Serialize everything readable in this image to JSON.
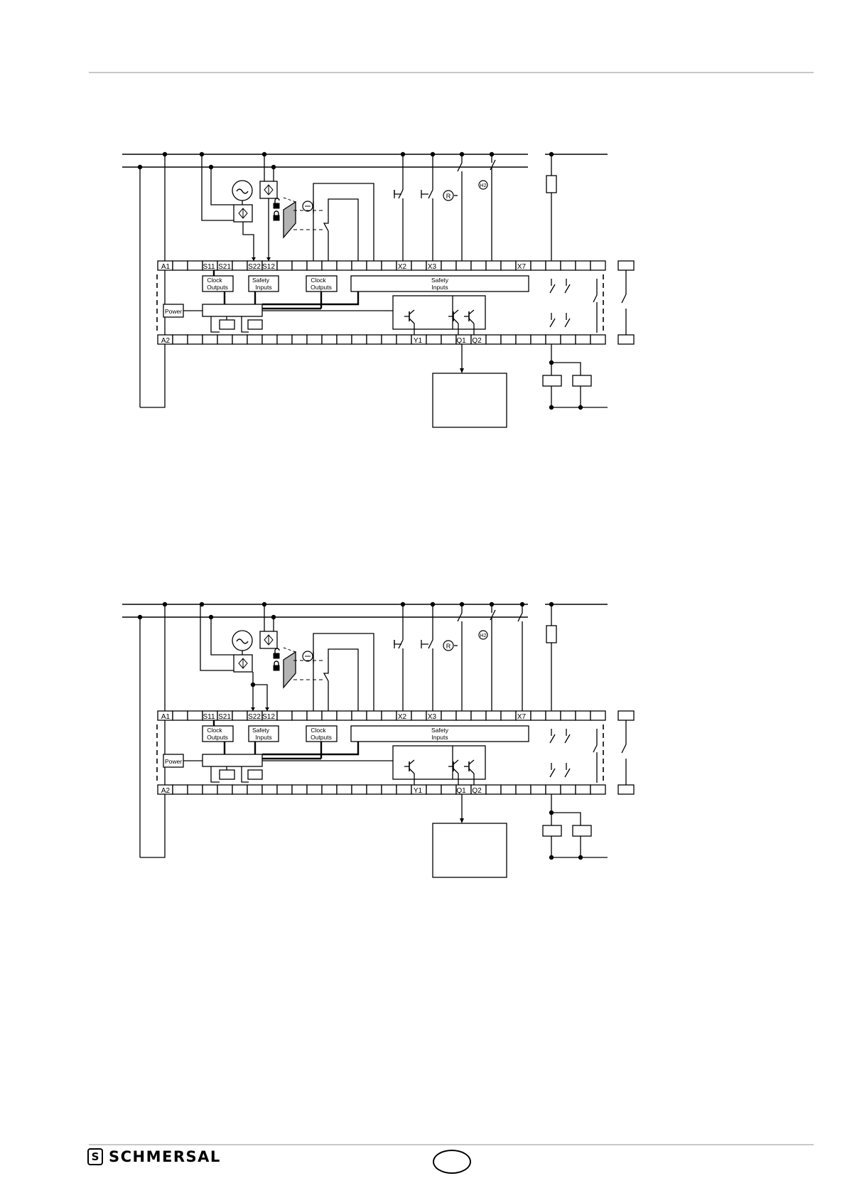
{
  "brand": {
    "name": "SCHMERSAL"
  },
  "terminals": {
    "top": [
      "A1",
      "S11",
      "S21",
      "S22",
      "S12",
      "X2",
      "X3",
      "X7"
    ],
    "bottom": [
      "A2",
      "Y1",
      "Q1",
      "Q2"
    ]
  },
  "blocks": {
    "clock_outputs": "Clock Outputs",
    "safety_inputs": "Safety Inputs",
    "power": "Power"
  },
  "symbols": {
    "reset": "R",
    "lamp": "H2"
  },
  "diagrams": [
    {
      "id": "diagram-1"
    },
    {
      "id": "diagram-2"
    }
  ]
}
